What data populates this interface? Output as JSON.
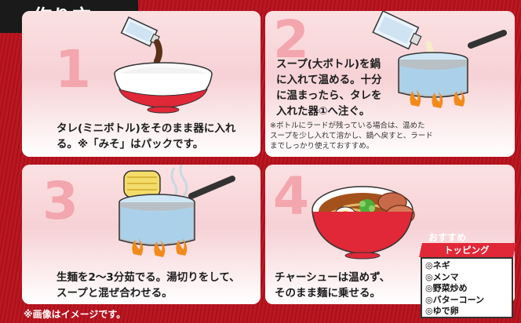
{
  "title": "作り方",
  "steps": [
    {
      "number": "1",
      "text": "タレ(ミニボトル)をそのまま器に入れ\nる。※「みそ」はパックです。",
      "note": ""
    },
    {
      "number": "2",
      "text": "スープ(大ボトル)を鍋\nに入れて温める。十分\nに温まったら、タレを\n入れた器①へ注ぐ。",
      "note": "※ボトルにラードが残っている場合は、温めた\nスープを少し入れて溶かし、鍋へ戻すと、ラード\nまでしっかり使えておすすめ。"
    },
    {
      "number": "3",
      "text": "生麺を2〜3分茹でる。湯切りをして、\nスープと混ぜ合わせる。",
      "note": ""
    },
    {
      "number": "4",
      "text": "チャーシューは温めず、\nそのまま麺に乗せる。",
      "note": ""
    }
  ],
  "topping": {
    "heading": "おすすめ",
    "label": "トッピング",
    "items": [
      "◎ネギ",
      "◎メンマ",
      "◎野菜炒め",
      "◎バターコーン",
      "◎ゆで卵"
    ]
  },
  "footnote": "※画像はイメージです。",
  "colors": {
    "background": "#b8111c",
    "accent": "#e02838",
    "number": "#f3a6ad"
  }
}
